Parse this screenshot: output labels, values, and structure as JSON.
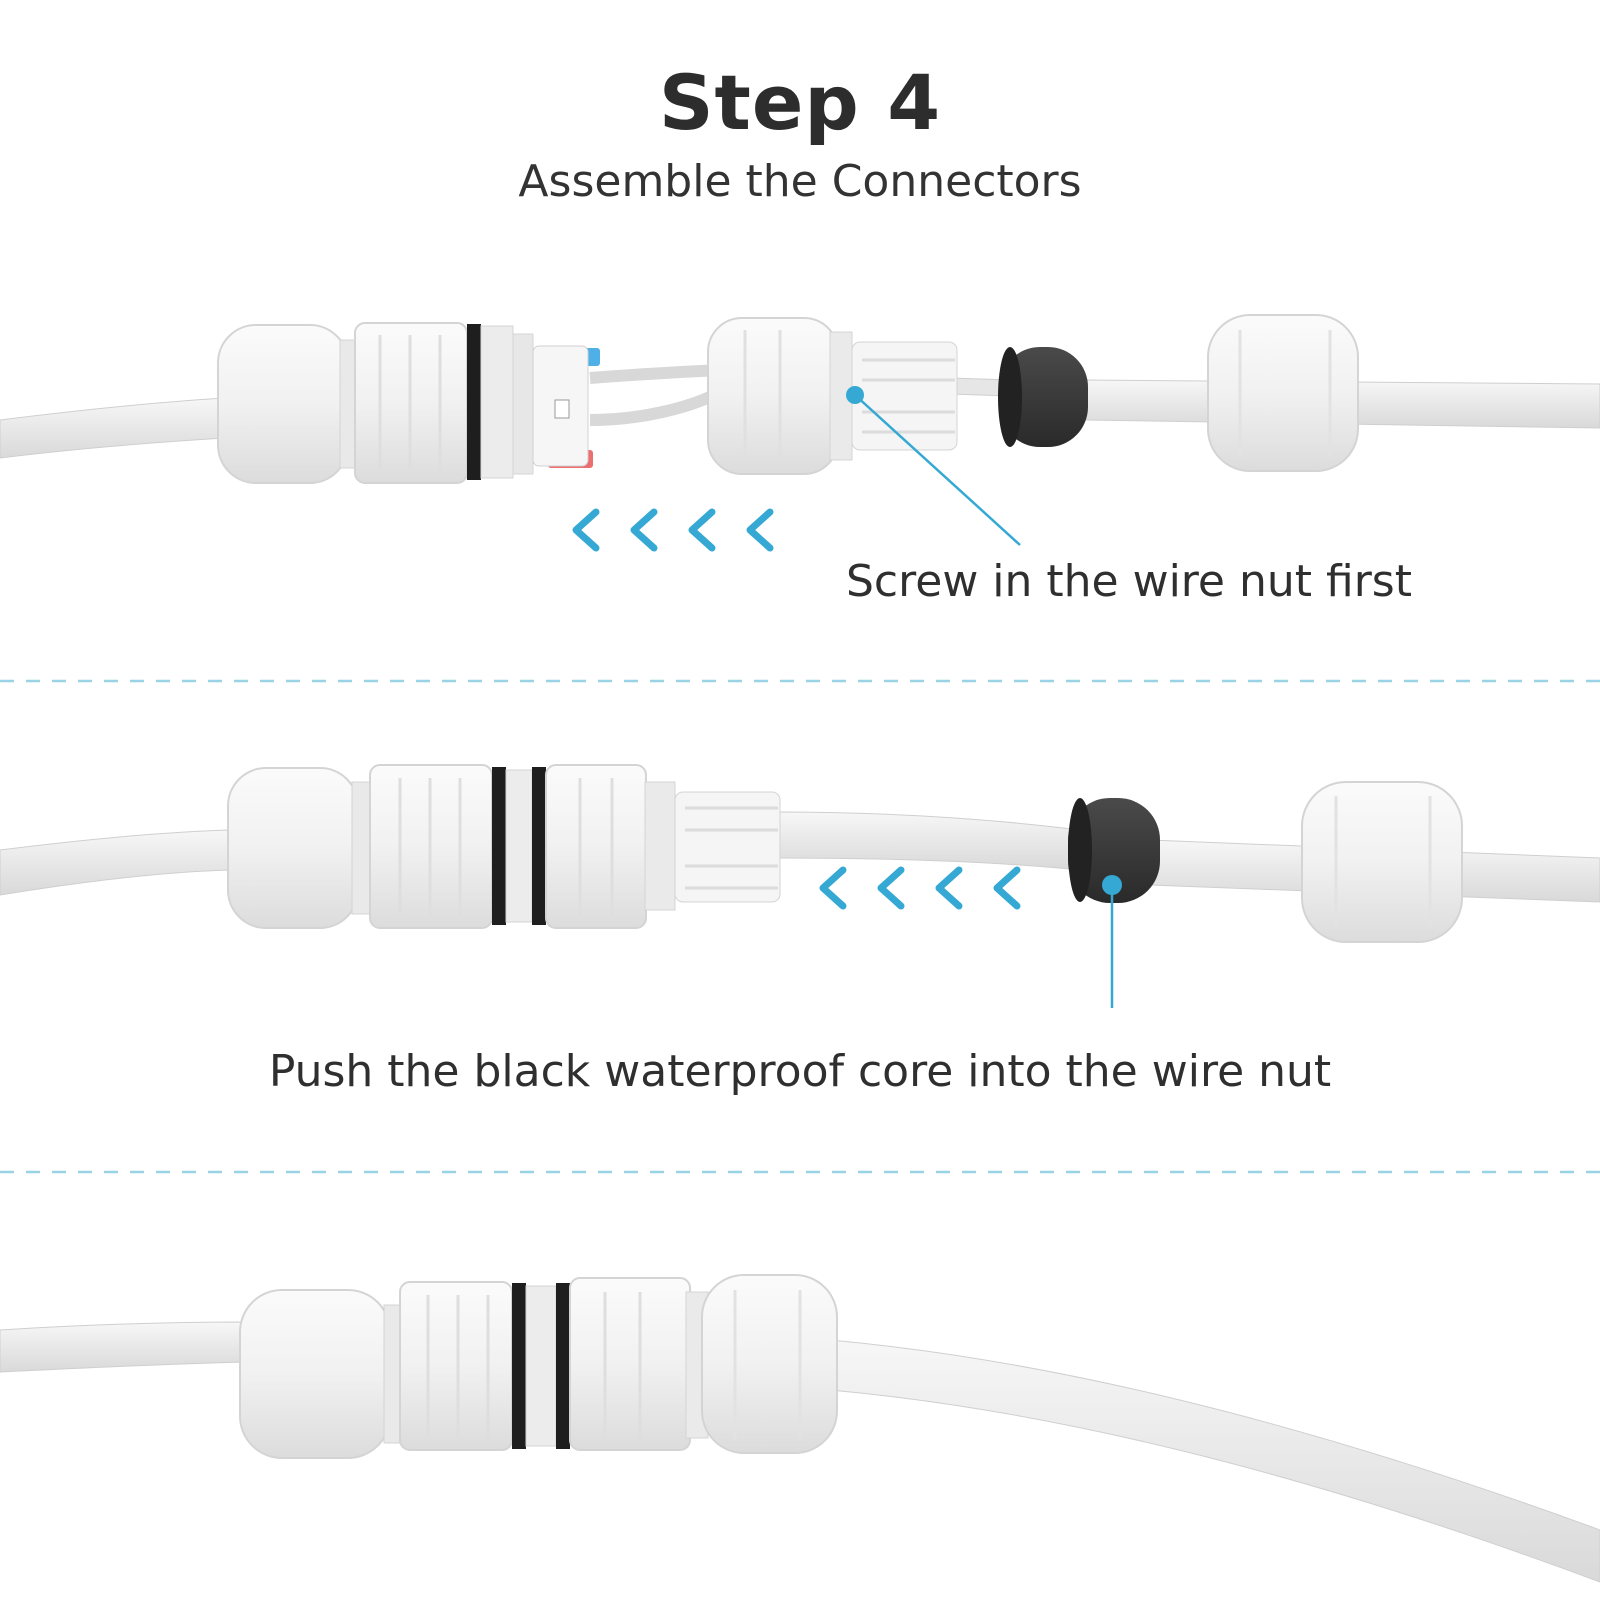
{
  "header": {
    "title": "Step 4",
    "subtitle": "Assemble the Connectors"
  },
  "steps": [
    {
      "caption": "Screw in the wire nut first"
    },
    {
      "caption": "Push the black waterproof core into the wire nut"
    }
  ],
  "colors": {
    "accent": "#35a9d3",
    "connector": "#f3f3f3",
    "connector_edge": "#d4d4d4",
    "core": "#3a3a3a",
    "wire_blue": "#4fb0e8",
    "wire_red": "#ec6e6e",
    "text": "#2d2d2d"
  },
  "icons": {
    "direction": "chevron-left-icon",
    "leader_dot": "leader-dot-icon"
  }
}
